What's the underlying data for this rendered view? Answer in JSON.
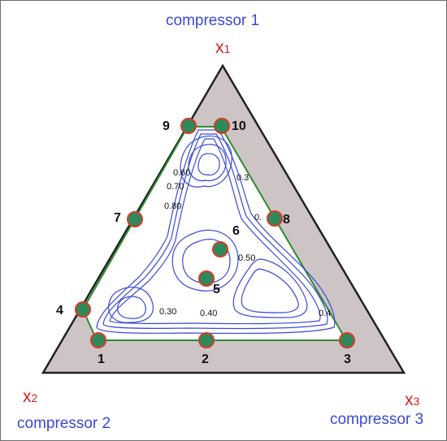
{
  "vertices": {
    "top": {
      "compressor": "compressor 1",
      "variable": "x",
      "index": "1"
    },
    "left": {
      "compressor": "compressor 2",
      "variable": "x",
      "index": "2"
    },
    "right": {
      "compressor": "compressor 3",
      "variable": "x",
      "index": "3"
    }
  },
  "points": [
    "1",
    "2",
    "3",
    "4",
    "5",
    "6",
    "7",
    "8",
    "9",
    "10"
  ],
  "contour_labels": [
    "0.60",
    "0.70",
    "0.80",
    "0.30",
    "0.40",
    "0.50",
    "0.3",
    "0.",
    "0.4"
  ],
  "colors": {
    "triangle_fill": "#cdc5c5",
    "feasible_fill": "#ffffff",
    "feasible_edge": "#2f8a2f",
    "contour": "#3b49d6",
    "point_fill": "#2e8a5a",
    "point_edge": "#d73a2a",
    "compressor_text": "#3b49d6",
    "variable_text": "#d41f1f"
  }
}
